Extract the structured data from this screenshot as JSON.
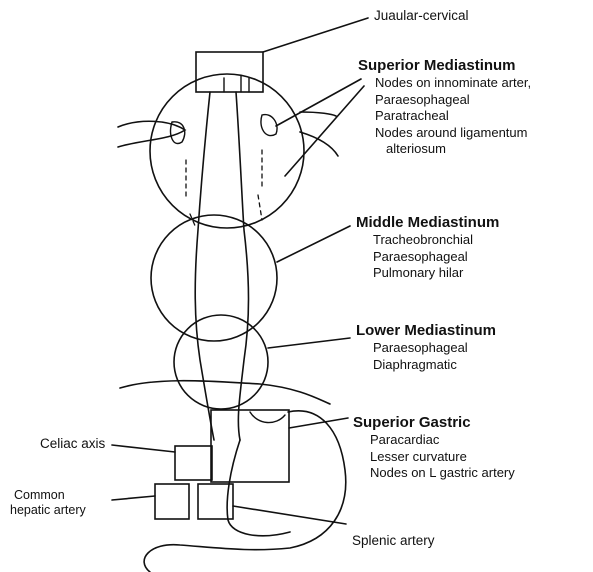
{
  "labels": {
    "jugular_cervical": "Juaular-cervical",
    "celiac_axis": "Celiac axis",
    "common_hepatic_line1": "Common",
    "common_hepatic_line2": "hepatic artery",
    "splenic_artery": "Splenic artery"
  },
  "groups": {
    "superior_mediastinum": {
      "title": "Superior Mediastinum",
      "items": [
        "Nodes on innominate arter,",
        "Paraesophageal",
        "Paratracheal",
        "Nodes around ligamentum",
        "alteriosum"
      ]
    },
    "middle_mediastinum": {
      "title": "Middle Mediastinum",
      "items": [
        "Tracheobronchial",
        "Paraesophageal",
        "Pulmonary hilar"
      ]
    },
    "lower_mediastinum": {
      "title": "Lower Mediastinum",
      "items": [
        "Paraesophageal",
        "Diaphragmatic"
      ]
    },
    "superior_gastric": {
      "title": "Superior Gastric",
      "items": [
        "Paracardiac",
        "Lesser curvature",
        "Nodes on L gastric artery"
      ]
    }
  },
  "colors": {
    "ink": "#111111",
    "background": "#ffffff"
  }
}
